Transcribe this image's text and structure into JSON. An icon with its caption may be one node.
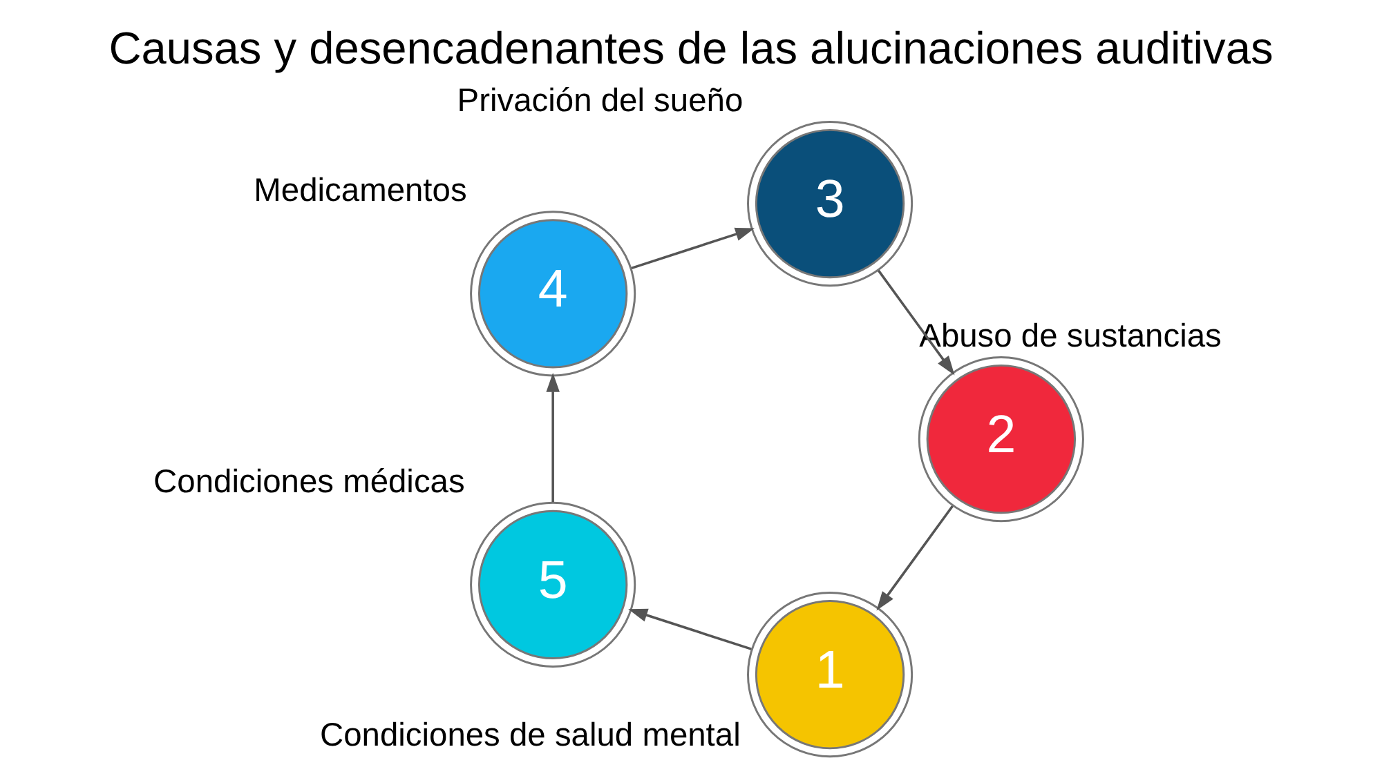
{
  "diagram": {
    "title": "Causas y desencadenantes de las alucinaciones auditivas",
    "nodes": [
      {
        "text": [
          "1"
        ],
        "beside": [
          "Condiciones de salud mental"
        ]
      },
      {
        "text": [
          "2"
        ],
        "beside": [
          "Abuso de sustancias"
        ]
      },
      {
        "text": [
          "5"
        ],
        "beside": [
          "Condiciones médicas"
        ]
      },
      {
        "text": [
          "3"
        ],
        "beside": [
          "Privación del sueño"
        ]
      },
      {
        "text": [
          "4"
        ],
        "beside": [
          "Medicamentos"
        ]
      }
    ],
    "edges": [
      {
        "from": 0,
        "to": 2,
        "arrow": "to"
      },
      {
        "from": 2,
        "to": 4,
        "arrow": "to"
      },
      {
        "from": 4,
        "to": 3,
        "arrow": "to"
      },
      {
        "from": 3,
        "to": 1,
        "arrow": "to"
      },
      {
        "from": 1,
        "to": 0,
        "arrow": "to"
      }
    ]
  }
}
